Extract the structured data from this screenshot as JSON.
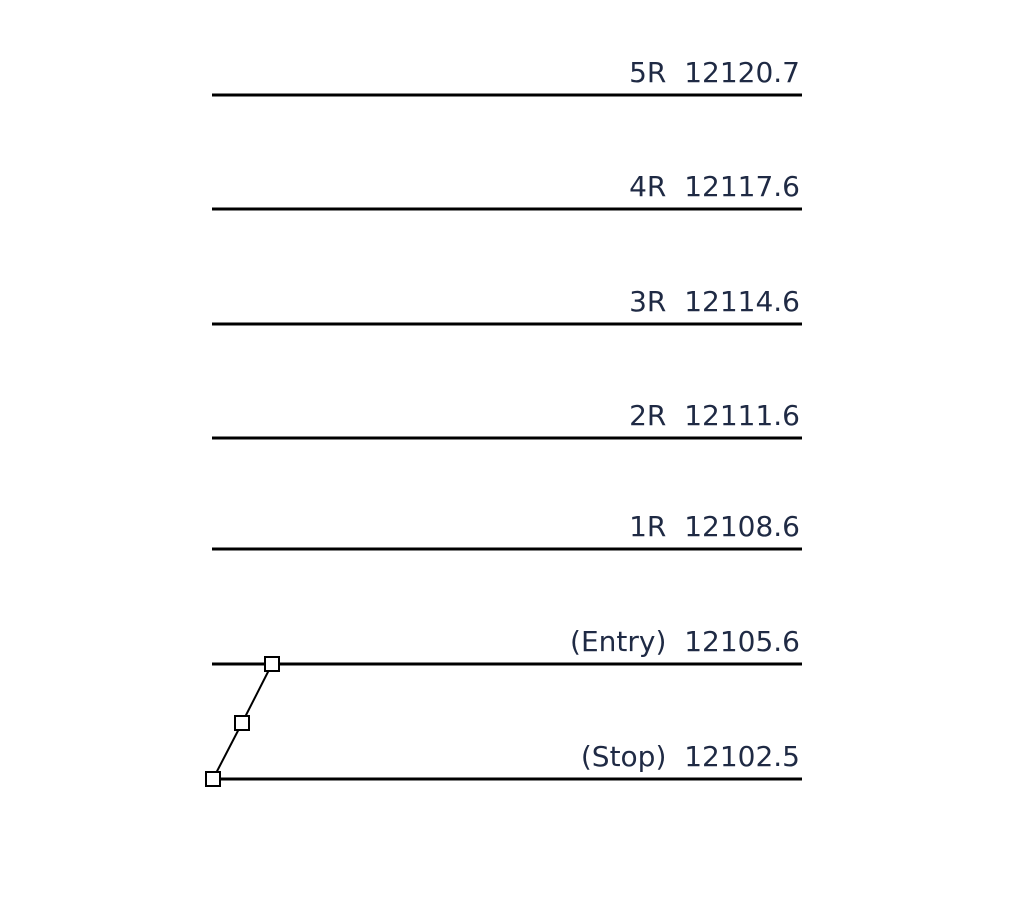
{
  "tool": {
    "levels": [
      {
        "name": "5R",
        "price": "12120.7"
      },
      {
        "name": "4R",
        "price": "12117.6"
      },
      {
        "name": "3R",
        "price": "12114.6"
      },
      {
        "name": "2R",
        "price": "12111.6"
      },
      {
        "name": "1R",
        "price": "12108.6"
      },
      {
        "name": "(Entry)",
        "price": "12105.6"
      },
      {
        "name": "(Stop)",
        "price": "12102.5"
      }
    ],
    "handle_icons": [
      "square-handle-icon",
      "square-handle-icon",
      "square-handle-icon"
    ],
    "colors": {
      "line": "#000000",
      "label": "#1f2a44",
      "handle_fill": "#ffffff",
      "background": "#ffffff"
    }
  }
}
